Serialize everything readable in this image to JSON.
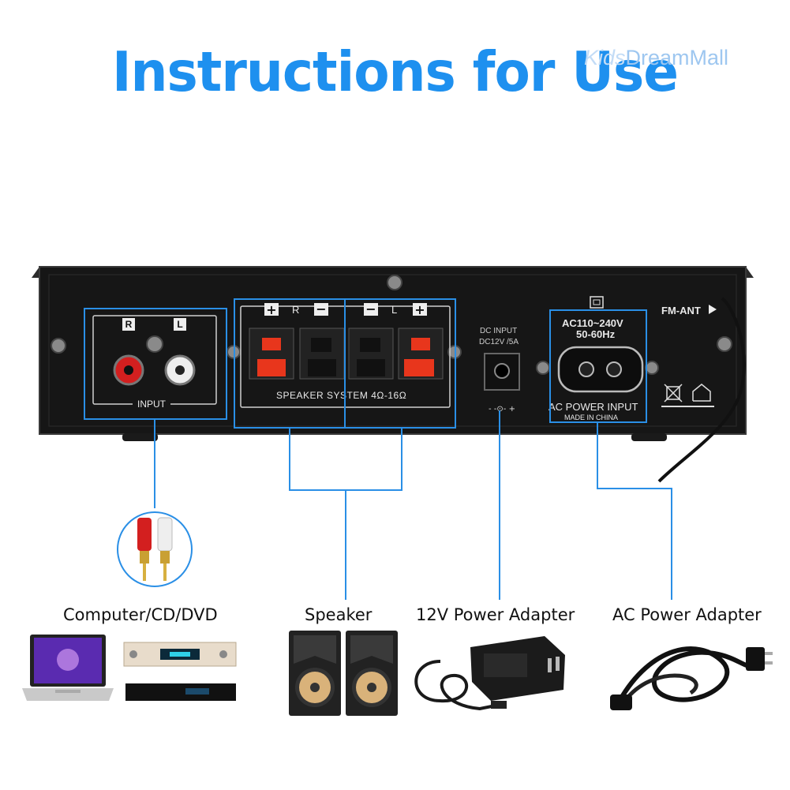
{
  "header": {
    "title": "Instructions for Use",
    "watermark_kids": "Kids",
    "watermark_rest": "DreamMall"
  },
  "panel": {
    "input_r": "R",
    "input_l": "L",
    "input_label": "INPUT",
    "spk_r": "R",
    "spk_l": "L",
    "speaker_label": "SPEAKER SYSTEM 4Ω-16Ω",
    "dc_line1": "DC INPUT",
    "dc_line2": "DC12V /5A",
    "ac_rating1": "AC110~240V",
    "ac_rating2": "50-60Hz",
    "ac_label": "AC POWER INPUT",
    "made_in": "MADE IN CHINA",
    "fm_ant": "FM-ANT"
  },
  "captions": {
    "computer": "Computer/CD/DVD",
    "speaker": "Speaker",
    "dc_adapter": "12V Power Adapter",
    "ac_adapter": "AC Power Adapter"
  },
  "colors": {
    "accent": "#1e90ef",
    "panel": "#161616",
    "rca_red": "#d31f1f",
    "terminal_red": "#e8361c"
  }
}
